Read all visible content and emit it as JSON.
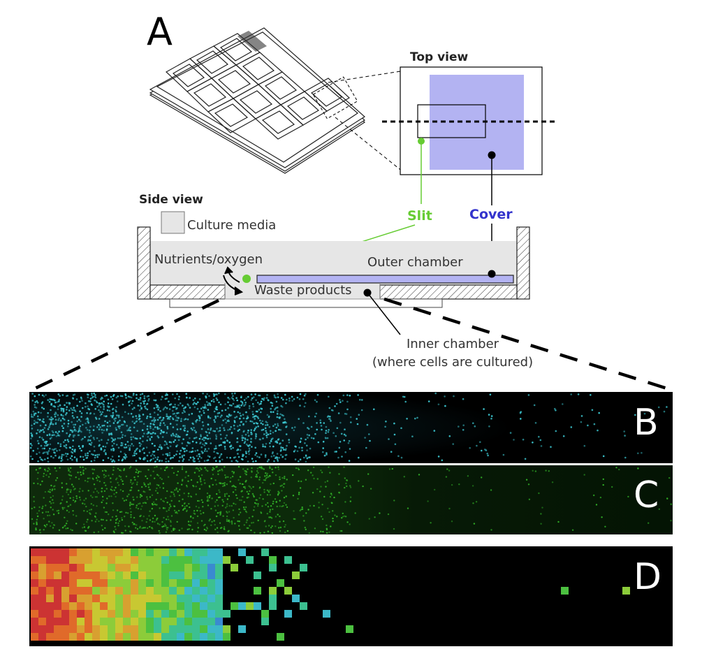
{
  "panel_labels": {
    "a": "A",
    "b": "B",
    "c": "C",
    "d": "D"
  },
  "top_view": {
    "title": "Top view"
  },
  "side_view": {
    "title": "Side view",
    "legend_culture_media": "Culture media",
    "nutrients": "Nutrients/oxygen",
    "waste": "Waste products",
    "outer_chamber": "Outer chamber",
    "inner_chamber_line1": "Inner chamber",
    "inner_chamber_line2": "(where cells are cultured)"
  },
  "callouts": {
    "slit": "Slit",
    "cover": "Cover"
  },
  "colors": {
    "cover_fill": "#b3b3f2",
    "cover_text": "#3333cc",
    "slit": "#66cc33",
    "media": "#e6e6e6",
    "micrograph_bg": "#000000",
    "panel_b_cells": "#3cc8d2",
    "panel_c_cells": "#32b428"
  }
}
